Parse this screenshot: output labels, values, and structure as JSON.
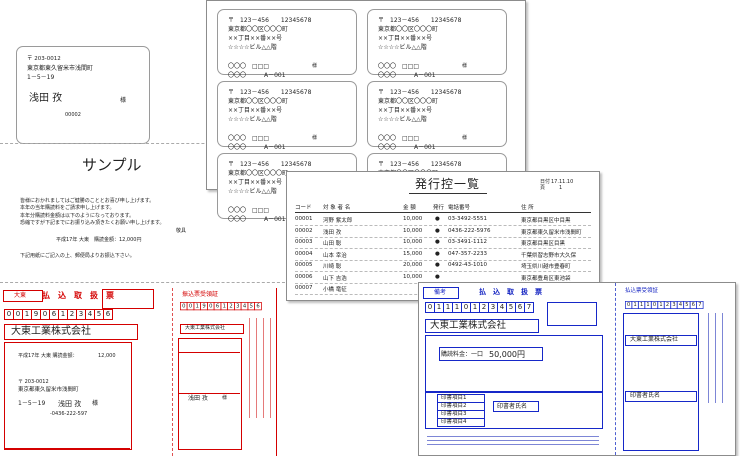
{
  "postcard": {
    "zip": "〒 203-0012",
    "address1": "東京都東久留米市浅間町",
    "address2": "1－5－19",
    "name": "浅田 孜",
    "honorific": "様",
    "code": "00002"
  },
  "letter": {
    "title": "サンプル",
    "body_lines": [
      "皆様におかれましてはご健勝のこととお喜び申し上げます。",
      "本年の当年購読料をご請求申し上げます。",
      "本年分購読料金額は以下のようになっております。",
      "恐縮ですが下記までにお振り込み頂きたくお願い申し上げます。",
      "敬具"
    ],
    "amount_line": "平成17年 大東　購読金額：12,000円",
    "footer_line": "下記用紙にご記入の上、郵便局よりお振込下さい。"
  },
  "labels_sheet": {
    "zip": "〒　123－456　　12345678",
    "address1": "東京都〇〇区〇〇〇町",
    "address2": "××丁目××番××号",
    "building": "☆☆☆☆ビル△△階",
    "name_left": "〇〇〇　□□□",
    "honorific": "様",
    "label_code": "〇〇〇　　　A－001"
  },
  "issue_list": {
    "title": "発行控一覧",
    "date_label": "日付",
    "date": "17.11.10",
    "page_label": "頁",
    "page": "1",
    "headers": [
      "コード",
      "対 象 者 名",
      "金 額",
      "発行",
      "電話番号",
      "住 所"
    ],
    "rows": [
      {
        "code": "00001",
        "name": "河野 紫太郎",
        "amount": "10,000",
        "tel": "03-3492-5551",
        "addr": "東京都目黒区中目黒"
      },
      {
        "code": "00002",
        "name": "浅田 孜",
        "amount": "10,000",
        "tel": "0436-222-5976",
        "addr": "東京都東久留米市浅間町"
      },
      {
        "code": "00003",
        "name": "山田 聡",
        "amount": "10,000",
        "tel": "03-3491-1112",
        "addr": "東京都目黒区目黒"
      },
      {
        "code": "00004",
        "name": "山本 幸治",
        "amount": "15,000",
        "tel": "047-357-2233",
        "addr": "千葉県習志野市大久保"
      },
      {
        "code": "00005",
        "name": "川崎 聡",
        "amount": "20,000",
        "tel": "0492-43-1010",
        "addr": "埼玉県川越市豊春町"
      },
      {
        "code": "00006",
        "name": "山下 吉浩",
        "amount": "10,000",
        "tel": "",
        "addr": "東京都豊島区東池袋"
      },
      {
        "code": "00007",
        "name": "小橋 竜征",
        "amount": "",
        "tel": "",
        "addr": ""
      }
    ]
  },
  "red_slip": {
    "title": "払　込　取　扱　票",
    "side_title": "振込票受領証",
    "corner": "大東",
    "account_digits": [
      "0",
      "0",
      "1",
      "9",
      "0",
      "6",
      "1",
      "2",
      "3",
      "4",
      "5",
      "6"
    ],
    "payee": "大東工業株式会社",
    "payee_small": "大東工業株式会社",
    "note": "平成17年 大東 購読金額：",
    "note_value": "12,000",
    "zip": "〒 203-0012",
    "address1": "東京都東久留米市浅間町",
    "address2": "1－5－19",
    "name": "浅田 孜",
    "honorific": "様",
    "tel": "-0436-222-597",
    "sender_name": "浅田 孜",
    "sender_honorific": "様"
  },
  "blue_slip": {
    "title": "払　込　取　扱　票",
    "side_title": "払込票受領証",
    "corner": "備考",
    "account_digits": [
      "0",
      "1",
      "1",
      "1",
      "0",
      "1",
      "2",
      "3",
      "4",
      "5",
      "6",
      "7"
    ],
    "payee": "大東工業株式会社",
    "payee_small": "大東工業株式会社",
    "amount_label": "購読料金：一口",
    "amount_value": "50,000円",
    "fields": [
      "印書項目1",
      "印書項目2",
      "印書項目3",
      "印書項目4"
    ],
    "field_extra": "印書者氏名",
    "right_field": "印書者氏名"
  }
}
